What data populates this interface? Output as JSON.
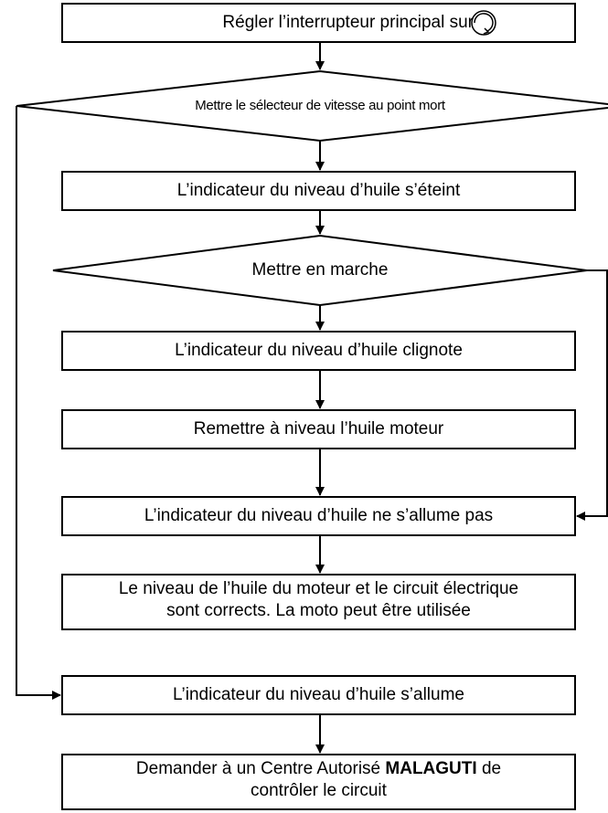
{
  "steps": {
    "step1": {
      "text": "Régler l’interrupteur principal sur",
      "icon": "power-rotate-icon"
    },
    "step2": "Mettre le sélecteur de vitesse au point mort",
    "step3": "L’indicateur du niveau d’huile s’éteint",
    "step4": "Mettre en marche",
    "step5": "L’indicateur du niveau d’huile clignote",
    "step6": "Remettre à niveau l’huile moteur",
    "step7": "L’indicateur du niveau d’huile ne s’allume pas",
    "step8": {
      "line1": "Le niveau de l’huile du moteur et le circuit électrique",
      "line2": "sont corrects. La moto peut être utilisée"
    },
    "step9": "L’indicateur du niveau d’huile s’allume",
    "step10": {
      "line1_pre": "Demander à un Centre Autorisé",
      "brand": "MALAGUTI",
      "line1_post": "de",
      "line2": "contrôler le circuit"
    }
  }
}
